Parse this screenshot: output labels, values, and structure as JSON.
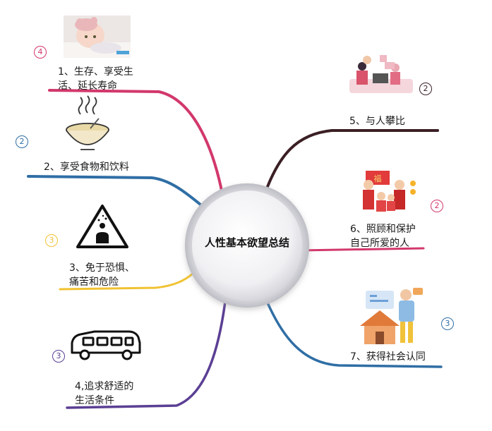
{
  "center": {
    "title": "人性基本欲望总结"
  },
  "branches": [
    {
      "id": "b1",
      "label": "1、生存、享受生\n活、延长寿命",
      "badge": "4",
      "color": "#d2386c",
      "icon": "baby-photo-icon"
    },
    {
      "id": "b2",
      "label": "2、享受食物和饮料",
      "badge": "2",
      "color": "#2f6ea5",
      "icon": "porridge-bowl-icon"
    },
    {
      "id": "b3",
      "label": "3、免于恐惧、\n痛苦和危险",
      "badge": "3",
      "color": "#f1c232",
      "icon": "warning-sign-icon"
    },
    {
      "id": "b4",
      "label": "4,追求舒适的\n生活条件",
      "badge": "3",
      "color": "#5b3f94",
      "icon": "limousine-icon"
    },
    {
      "id": "b5",
      "label": "5、与人攀比",
      "badge": "2",
      "color": "#3a1f24",
      "icon": "office-people-icon"
    },
    {
      "id": "b6",
      "label": "6、照顾和保护\n自己所爱的人",
      "badge": "2",
      "color": "#d2386c",
      "icon": "family-icon"
    },
    {
      "id": "b7",
      "label": "7、获得社会认同",
      "badge": "3",
      "color": "#2f6ea5",
      "icon": "social-recognition-icon"
    }
  ]
}
